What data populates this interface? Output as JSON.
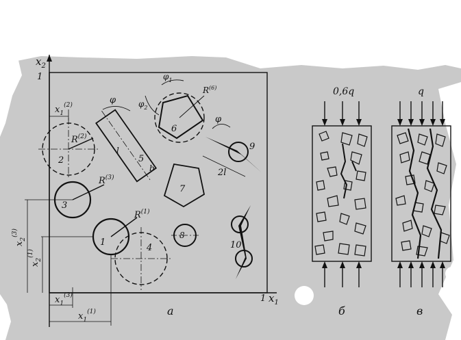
{
  "diagram": {
    "panel_a": {
      "axis_x1": "x",
      "axis_x1_sub": "1",
      "axis_x2": "x",
      "axis_x2_sub": "2",
      "unit_x1": "1",
      "unit_x2": "1",
      "panel_label": "а",
      "inclusion_labels": [
        "1",
        "2",
        "3",
        "4",
        "5",
        "6",
        "7",
        "8",
        "9",
        "10"
      ],
      "radius_labels": {
        "r1": "R",
        "r1_sup": "(1)",
        "r2": "R",
        "r2_sup": "(2)",
        "r3": "R",
        "r3_sup": "(3)",
        "r6": "R",
        "r6_sup": "(6)"
      },
      "angle_labels": {
        "phi": "φ",
        "phi1": "φ",
        "phi1_sub": "1",
        "phi2": "φ",
        "phi2_sub": "2",
        "phi9": "φ"
      },
      "dimension_labels": {
        "l": "l",
        "b": "b",
        "two_l": "2l",
        "x1_2": "x",
        "x1_2_sub": "1",
        "x1_2_sup": "(2)",
        "x1_3": "x",
        "x1_3_sub": "1",
        "x1_3_sup": "(3)",
        "x1_1": "x",
        "x1_1_sub": "1",
        "x1_1_sup": "(1)",
        "x2_3": "x",
        "x2_3_sub": "2",
        "x2_3_sup": "(3)",
        "x2_1": "x",
        "x2_1_sub": "2",
        "x2_1_sup": "(1)"
      }
    },
    "panel_b": {
      "load": "0,6q",
      "panel_label": "б"
    },
    "panel_c": {
      "load": "q",
      "panel_label": "в"
    }
  }
}
